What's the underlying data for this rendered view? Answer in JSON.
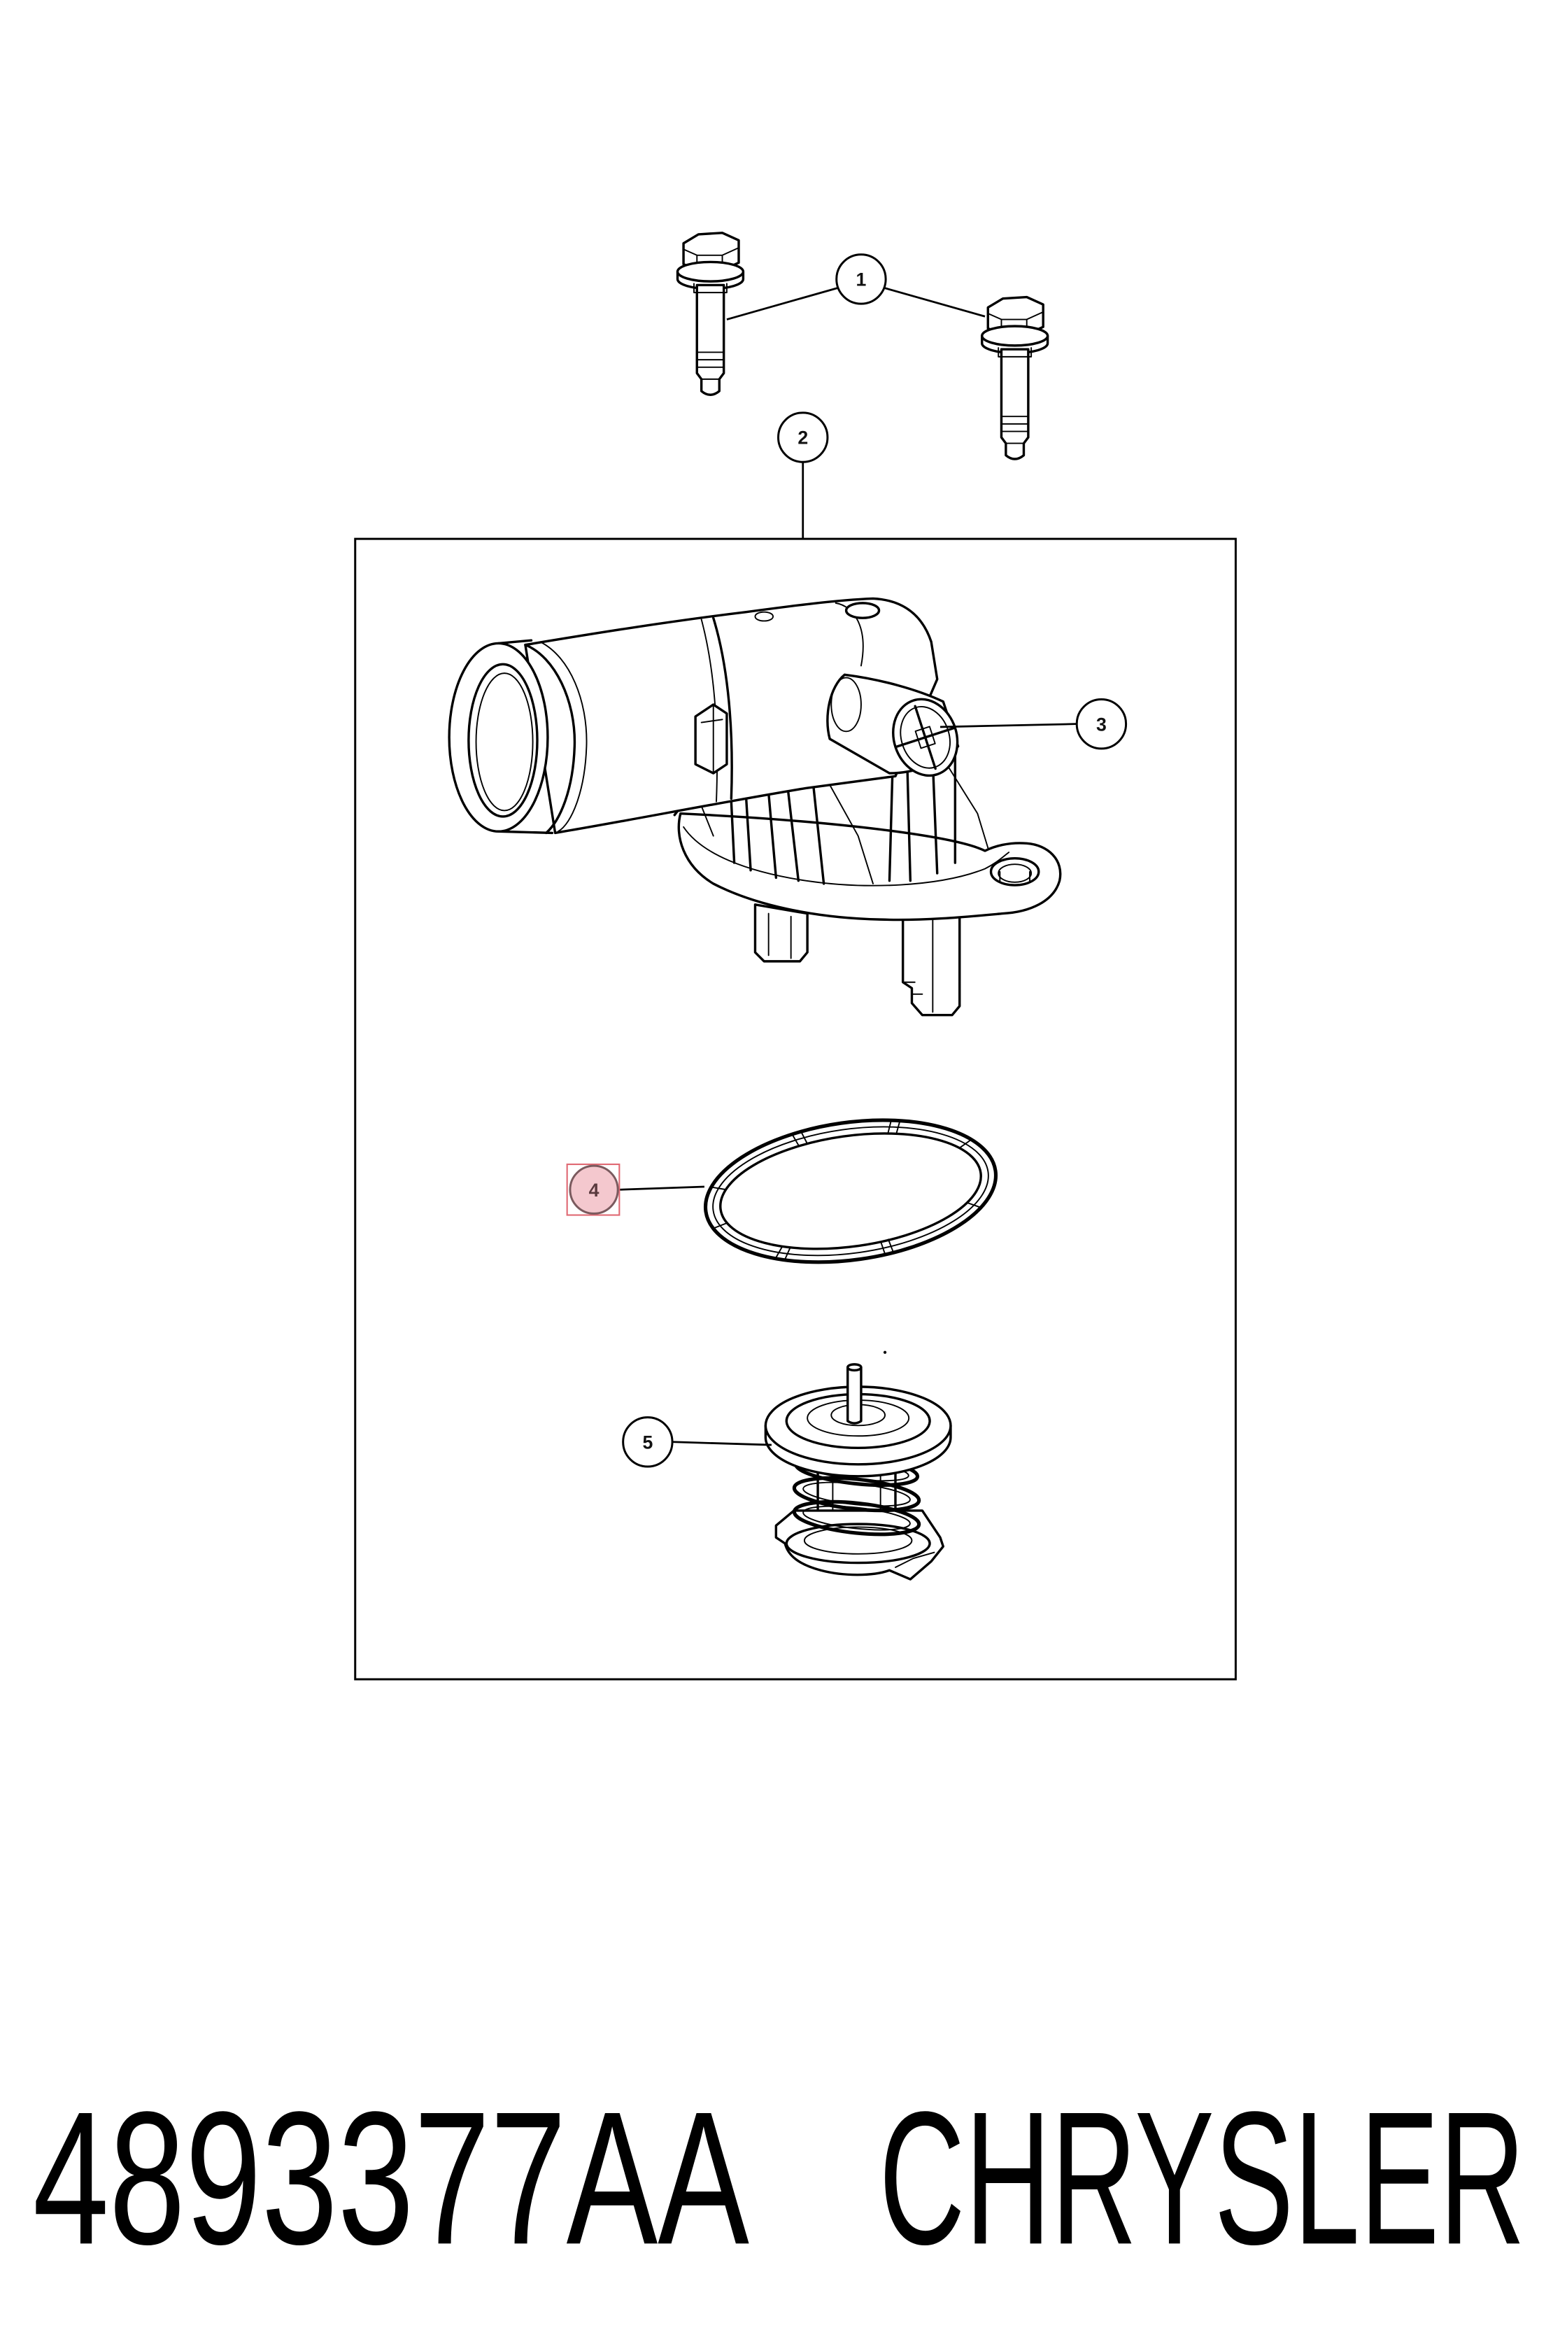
{
  "callouts": [
    {
      "label": "1",
      "highlighted": false
    },
    {
      "label": "2",
      "highlighted": false
    },
    {
      "label": "3",
      "highlighted": false
    },
    {
      "label": "4",
      "highlighted": true
    },
    {
      "label": "5",
      "highlighted": false
    }
  ],
  "caption": {
    "part_number": "4893377AA",
    "brand": "CHRYSLER"
  },
  "colors": {
    "line": "#000000",
    "background": "#ffffff",
    "highlight_fill": "#f4c8ce",
    "highlight_outline": "#e06a74"
  }
}
